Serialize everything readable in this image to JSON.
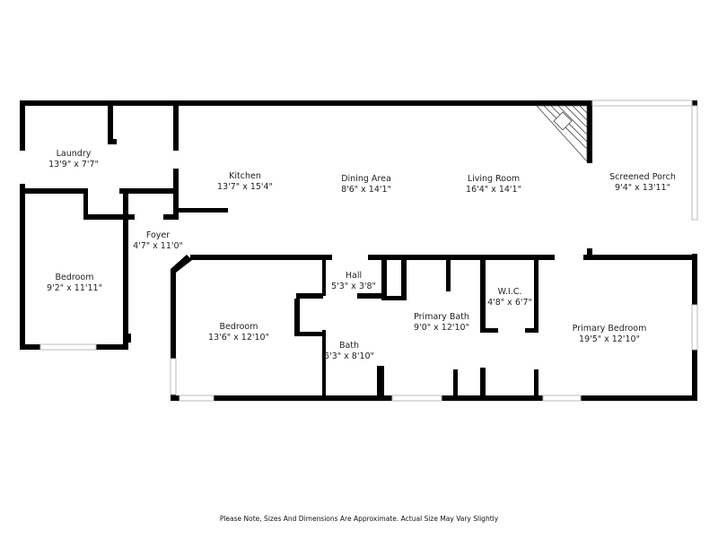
{
  "rooms": [
    {
      "name": "Laundry",
      "dims": "13'9\" x 7'7\""
    },
    {
      "name": "Kitchen",
      "dims": "13'7\" x 15'4\""
    },
    {
      "name": "Dining Area",
      "dims": "8'6\" x 14'1\""
    },
    {
      "name": "Living Room",
      "dims": "16'4\" x 14'1\""
    },
    {
      "name": "Screened Porch",
      "dims": "9'4\" x 13'11\""
    },
    {
      "name": "Bedroom",
      "dims": "9'2\" x 11'11\""
    },
    {
      "name": "Foyer",
      "dims": "4'7\" x 11'0\""
    },
    {
      "name": "Hall",
      "dims": "5'3\" x 3'8\""
    },
    {
      "name": "W.I.C.",
      "dims": "4'8\" x 6'7\""
    },
    {
      "name": "Bedroom",
      "dims": "13'6\" x 12'10\""
    },
    {
      "name": "Primary Bath",
      "dims": "9'0\" x 12'10\""
    },
    {
      "name": "Primary Bedroom",
      "dims": "19'5\" x 12'10\""
    },
    {
      "name": "Bath",
      "dims": "5'3\" x 8'10\""
    }
  ],
  "footer_note": "Please Note, Sizes And Dimensions Are Approximate. Actual Size May Vary Slightly",
  "colors": {
    "wall": "#000000",
    "window": "#bbbbbb"
  }
}
